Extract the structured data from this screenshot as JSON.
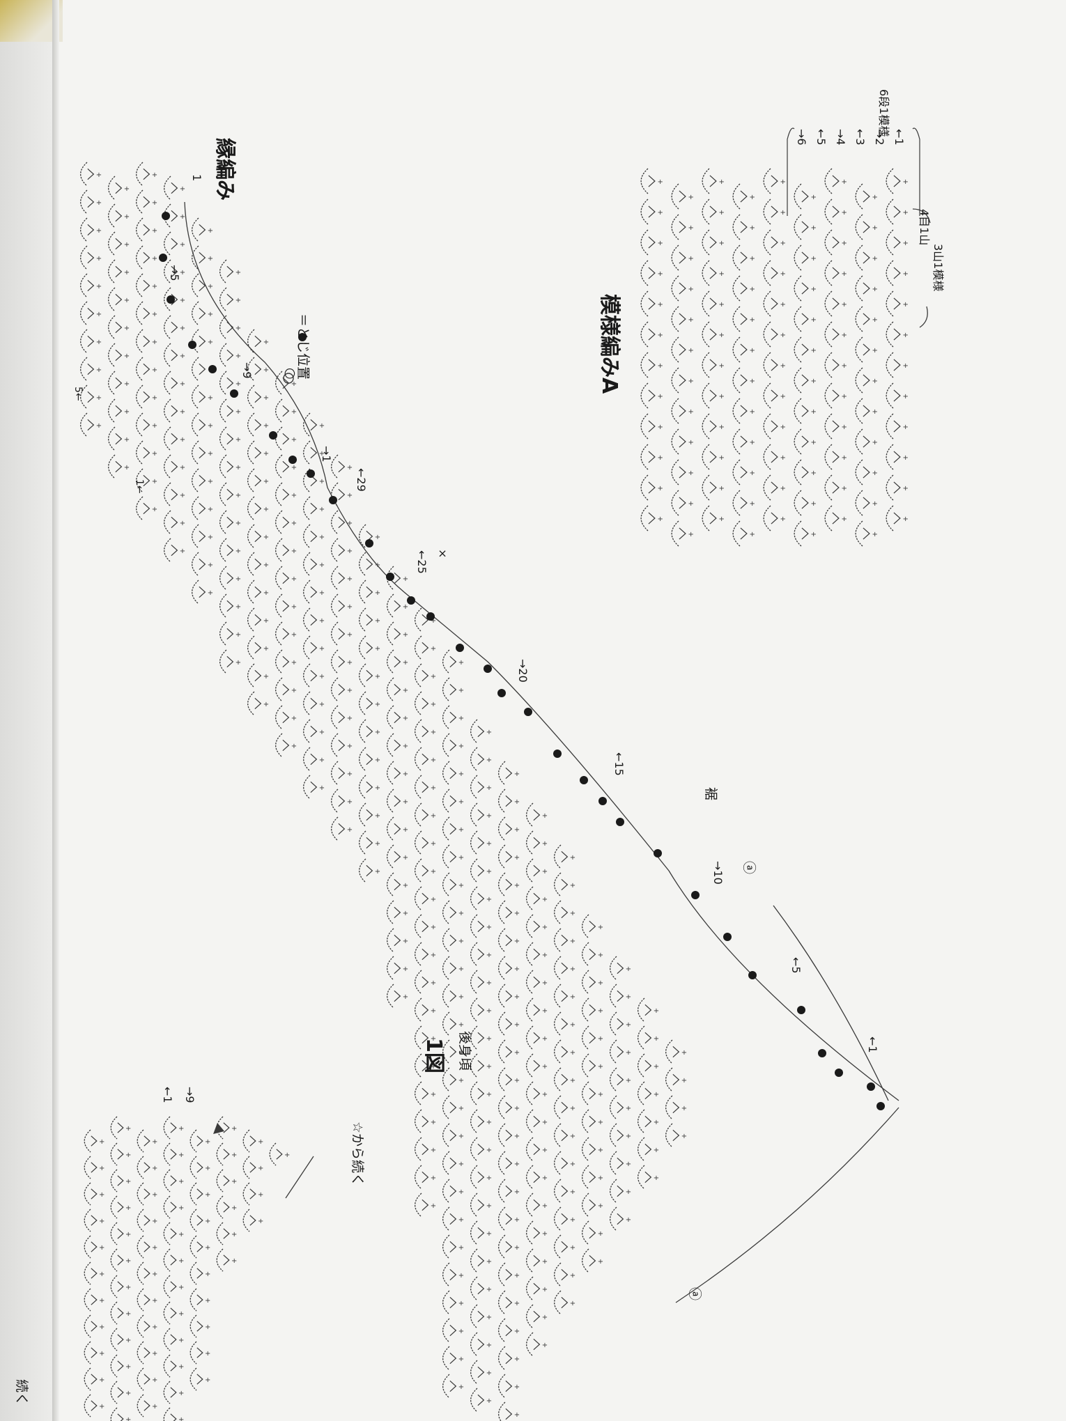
{
  "figure": {
    "number": "1図",
    "subtitle": "後身頃"
  },
  "edging": {
    "title": "縁編み",
    "legend_closed": "＝とじ位置",
    "legend_open": "○",
    "row_labels": [
      "1",
      "5",
      "9",
      "1",
      "29",
      "25",
      "20",
      "15",
      "10",
      "5",
      "1"
    ],
    "row_marks": [
      "5",
      "1"
    ],
    "x_mark": "×"
  },
  "hem_label": "裾",
  "marker_a": "ⓐ",
  "continue_note": "☆から続く",
  "continue_note_cut": "続く",
  "small_rows": [
    "1",
    "9"
  ],
  "pattern_a": {
    "title": "模様編みA",
    "rows": [
      "6",
      "5",
      "4",
      "3",
      "2",
      "1"
    ],
    "repeat_label": "6段1模様",
    "base_label_1": "4目1山",
    "base_label_2": "3山1模様"
  },
  "colors": {
    "line": "#3a3a3a",
    "dot": "#1a1a1a",
    "paper": "#f4f4f2"
  }
}
